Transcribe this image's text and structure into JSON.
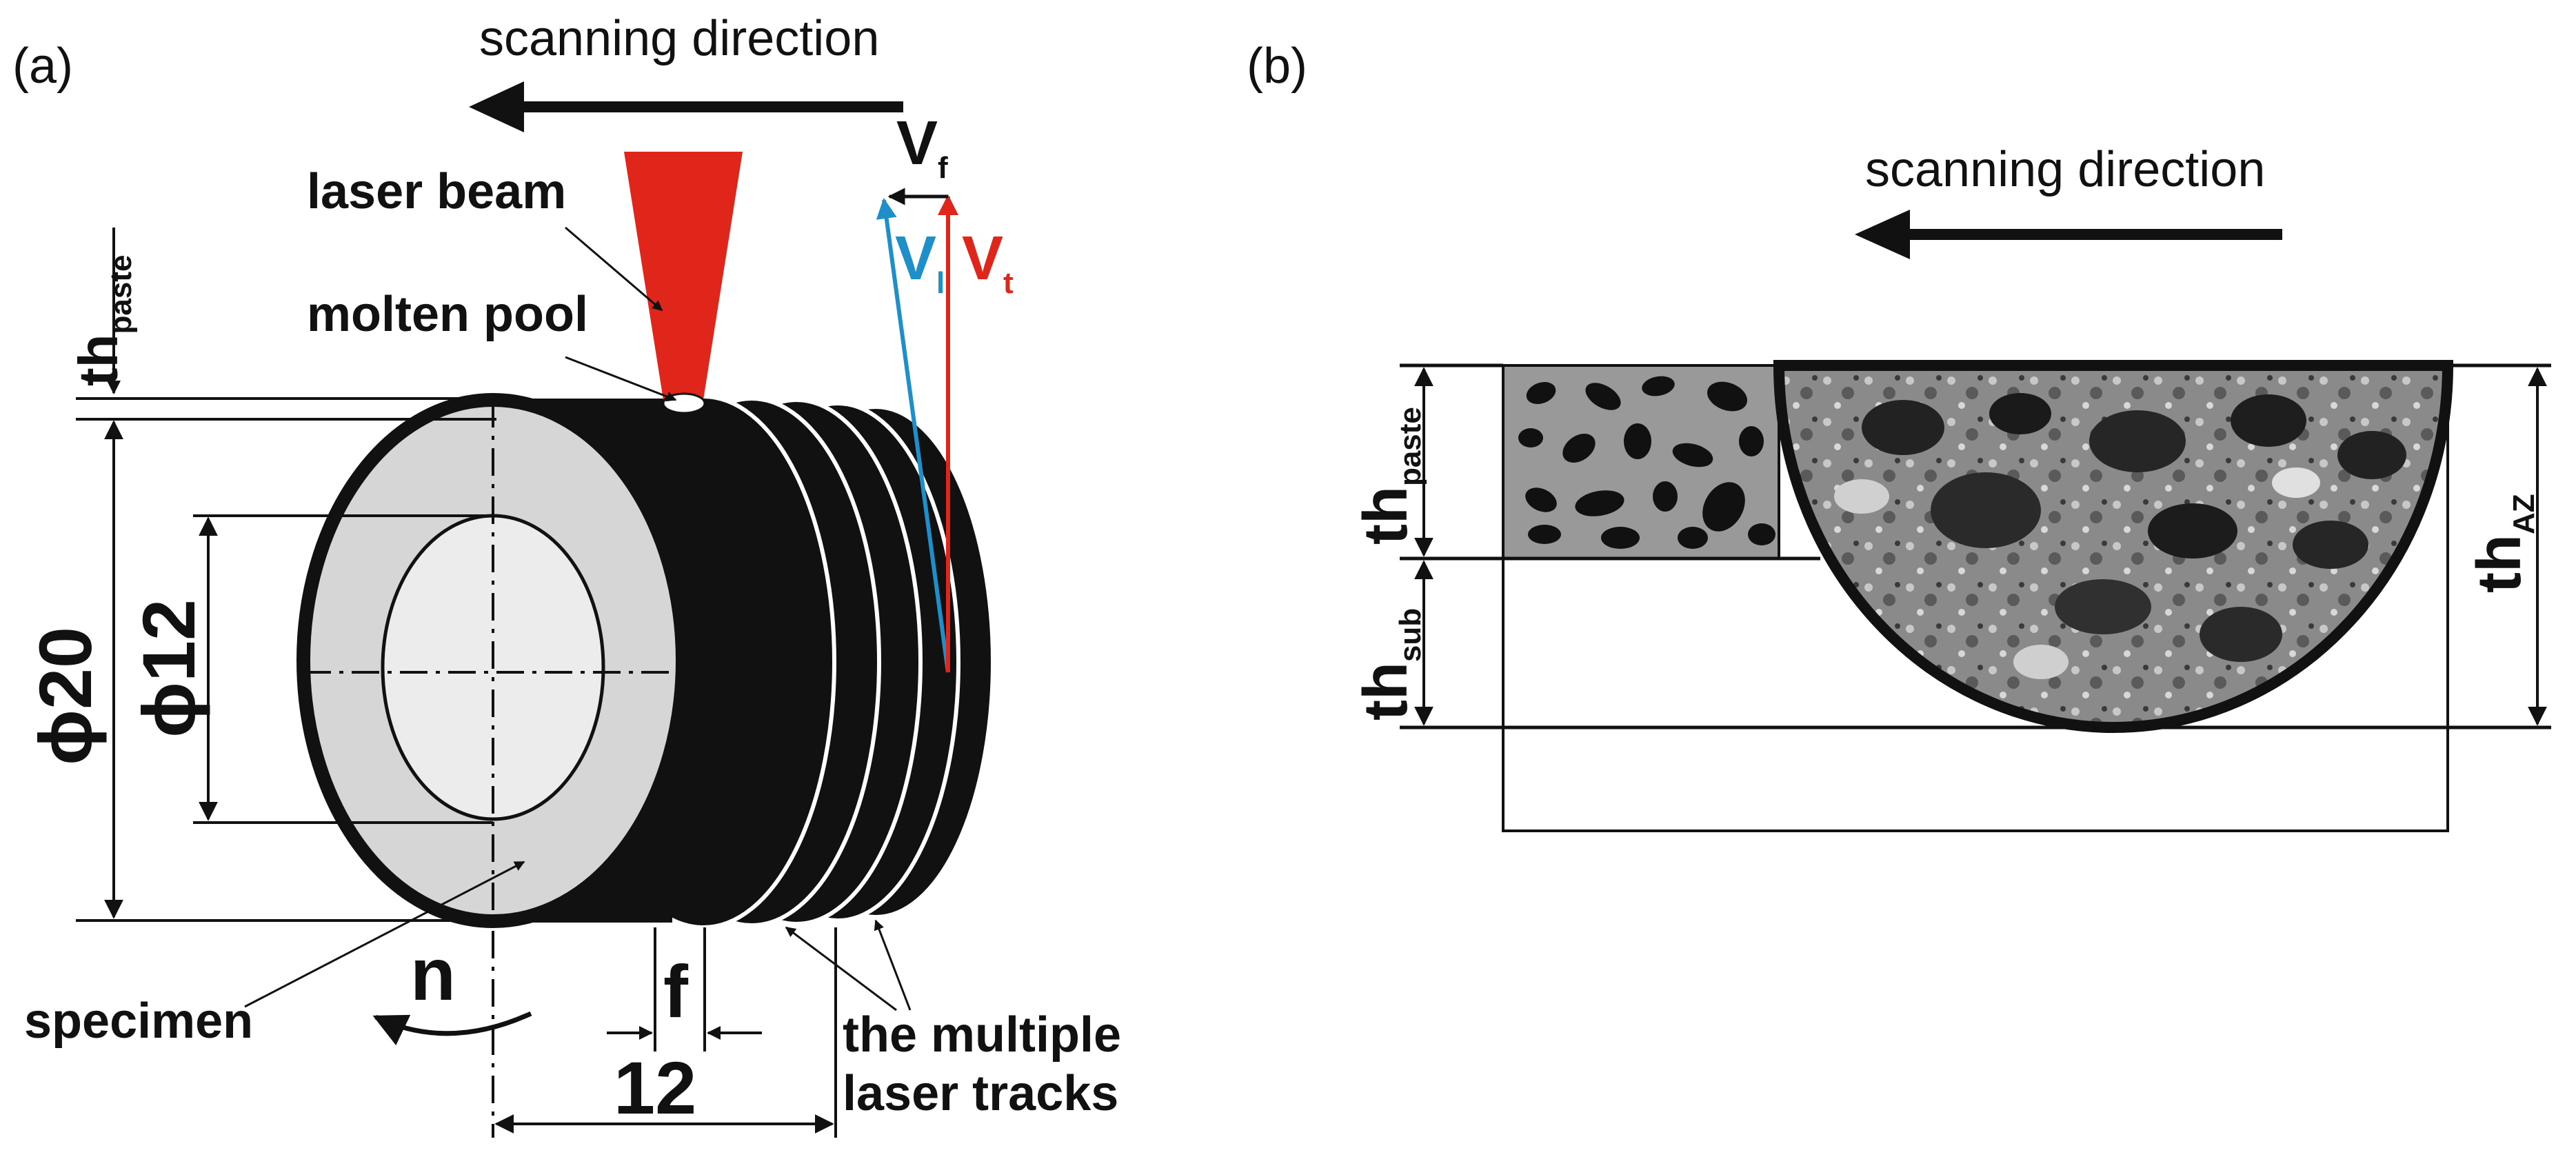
{
  "panel_a": {
    "label": "(a)",
    "scanning_direction": "scanning direction",
    "laser_beam": "laser beam",
    "molten_pool": "molten pool",
    "th_paste": {
      "main": "th",
      "sub": "paste"
    },
    "diameter_outer": "ϕ20",
    "diameter_inner": "ϕ12",
    "specimen": "specimen",
    "rotation": "n",
    "feed": "f",
    "length": "12",
    "tracks_line1": "the multiple",
    "tracks_line2": "laser tracks",
    "v_f": {
      "main": "V",
      "sub": "f"
    },
    "v_l": {
      "main": "V",
      "sub": "l"
    },
    "v_t": {
      "main": "V",
      "sub": "t"
    }
  },
  "panel_b": {
    "label": "(b)",
    "scanning_direction": "scanning direction",
    "th_paste": {
      "main": "th",
      "sub": "paste"
    },
    "th_sub": {
      "main": "th",
      "sub": "sub"
    },
    "th_az": {
      "main": "th",
      "sub": "AZ"
    }
  },
  "colors": {
    "laser": "#e0261b",
    "v_l": "#1e8fc8",
    "v_t": "#e0261b",
    "paste": "#999999",
    "specimen_face": "#d6d6d6",
    "bore": "#ececec"
  }
}
